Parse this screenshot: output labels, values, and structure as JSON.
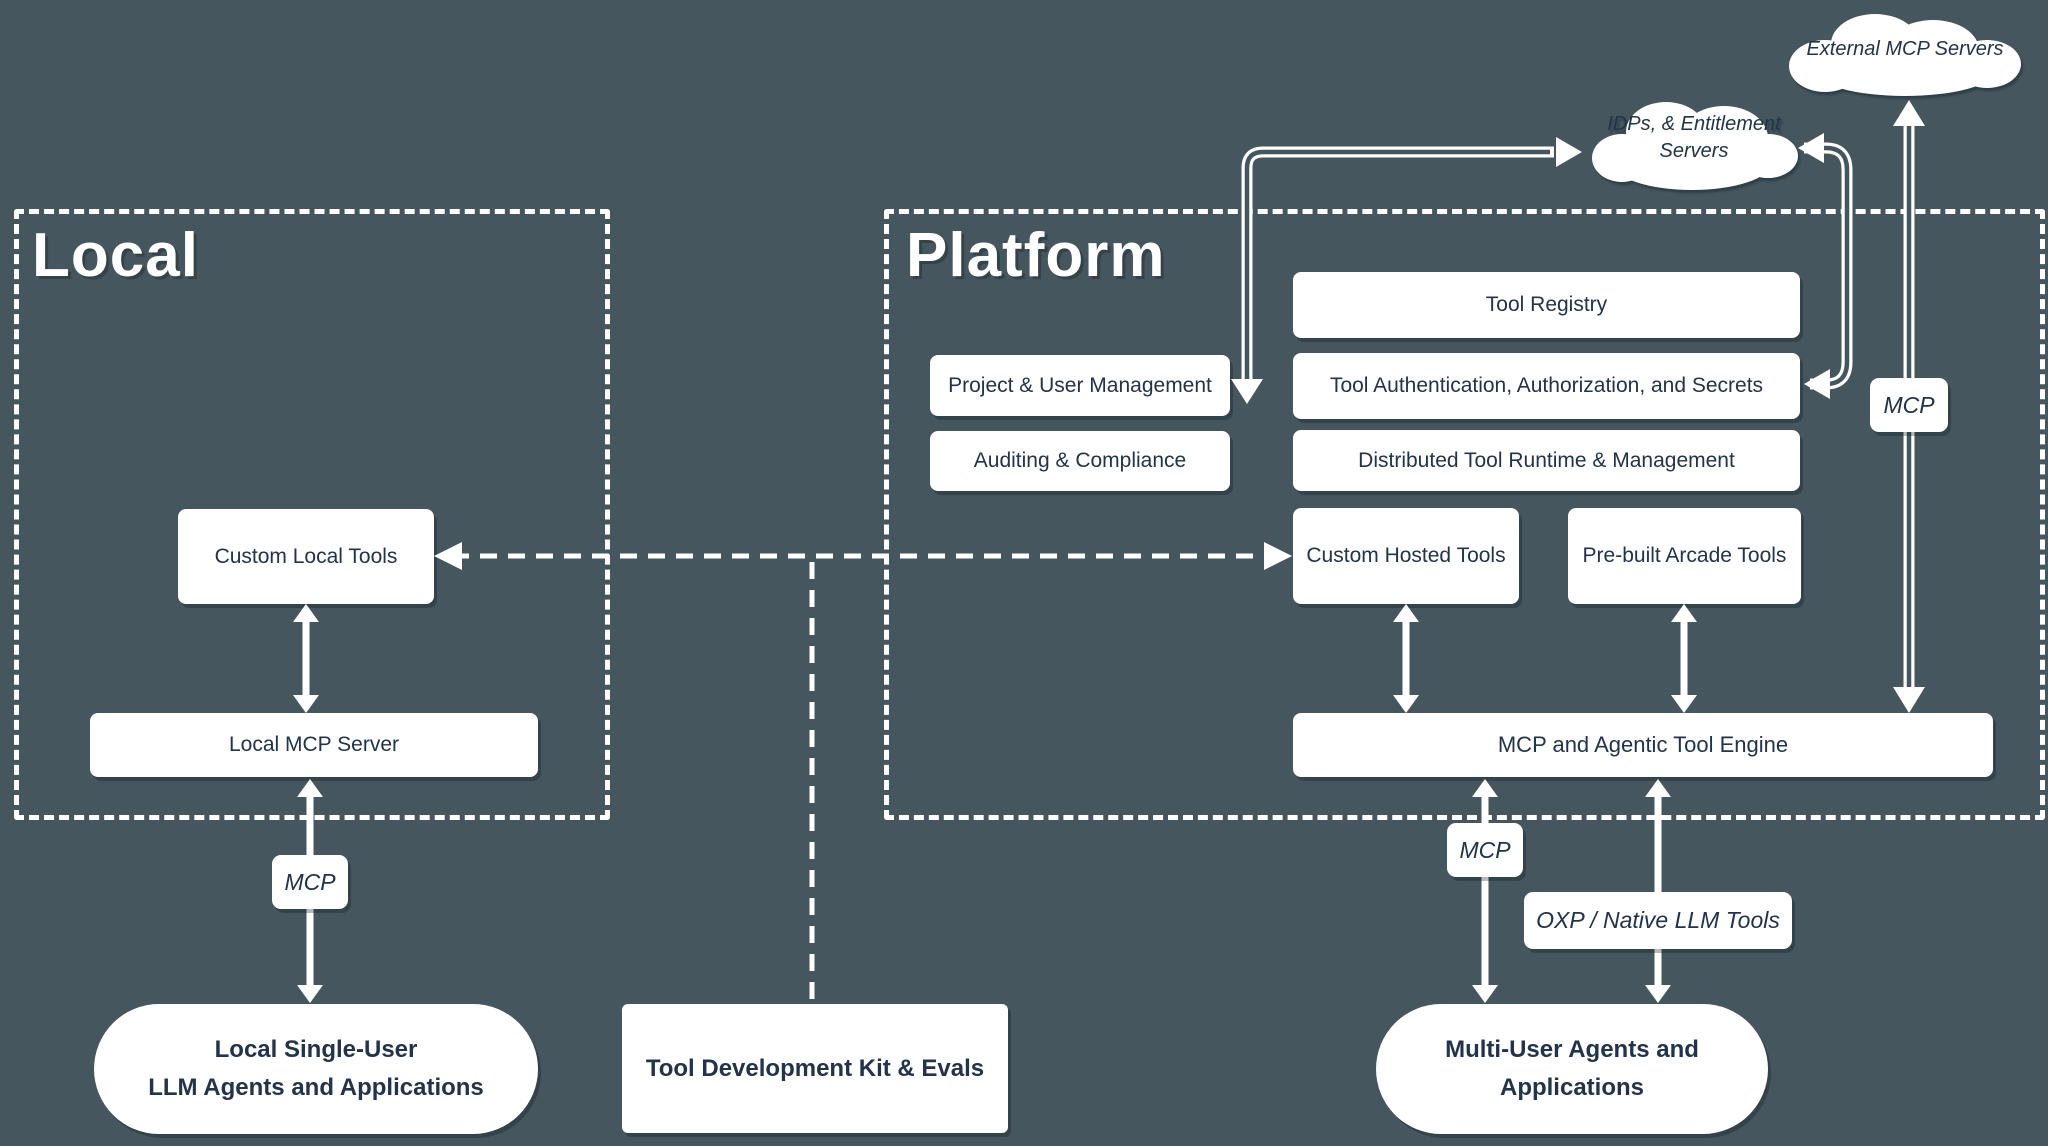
{
  "colors": {
    "bg": "#45565e",
    "ink": "#22334a",
    "white": "#ffffff"
  },
  "local": {
    "title": "Local",
    "custom_local_tools": "Custom Local Tools",
    "local_mcp_server": "Local MCP Server",
    "mcp_label": "MCP",
    "agents_line1": "Local Single-User",
    "agents_line2": "LLM Agents and Applications"
  },
  "middle": {
    "tdk": "Tool Development Kit & Evals"
  },
  "platform": {
    "title": "Platform",
    "tool_registry": "Tool Registry",
    "tool_auth": "Tool Authentication, Authorization, and Secrets",
    "project_user_mgmt": "Project & User Management",
    "auditing": "Auditing & Compliance",
    "runtime": "Distributed Tool Runtime & Management",
    "custom_hosted": "Custom Hosted Tools",
    "prebuilt": "Pre-built Arcade Tools",
    "engine": "MCP and Agentic Tool Engine",
    "mcp_label_bottom": "MCP",
    "oxp_label": "OXP / Native LLM Tools",
    "multi_line1": "Multi-User Agents and",
    "multi_line2": "Applications"
  },
  "external": {
    "external_cloud": "External MCP Servers",
    "idp_cloud_line1": "IDPs, & Entitlement",
    "idp_cloud_line2": "Servers",
    "mcp_label_right": "MCP"
  }
}
